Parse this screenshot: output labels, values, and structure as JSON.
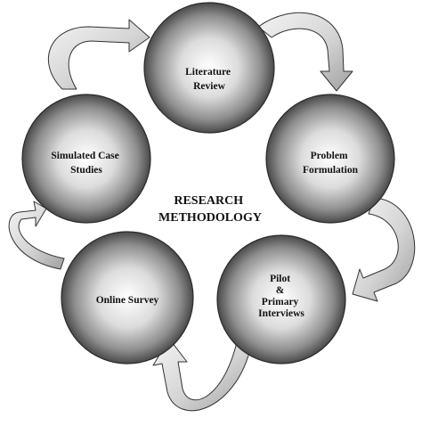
{
  "diagram": {
    "center_title": [
      "RESEARCH",
      "METHODOLOGY"
    ],
    "nodes": [
      {
        "id": "literature-review",
        "lines": [
          "Literature",
          "Review"
        ]
      },
      {
        "id": "problem-formulation",
        "lines": [
          "Problem",
          "Formulation"
        ]
      },
      {
        "id": "pilot-primary-interviews",
        "lines": [
          "Pilot",
          "&",
          "Primary",
          "Interviews"
        ]
      },
      {
        "id": "online-survey",
        "lines": [
          "Online Survey"
        ]
      },
      {
        "id": "simulated-case-studies",
        "lines": [
          "Simulated Case",
          "Studies"
        ]
      }
    ],
    "colors": {
      "sphere_light": "#ffffff",
      "sphere_mid": "#c8c8c8",
      "sphere_dark": "#4a4a4a",
      "arrow_light": "#f2f2f2",
      "arrow_dark": "#a8a8a8"
    }
  }
}
